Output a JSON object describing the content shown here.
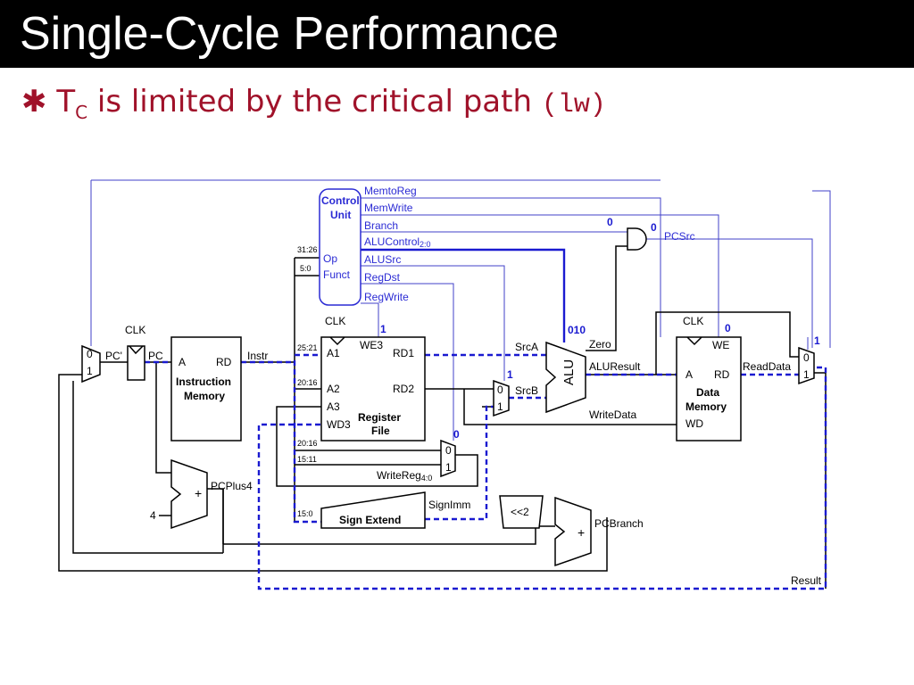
{
  "title": "Single-Cycle Performance",
  "bullet": {
    "symbol": "✱",
    "t": "T",
    "sub": "C",
    "text": " is limited by the critical path ",
    "code": "(lw)"
  },
  "labels": {
    "control_unit_1": "Control",
    "control_unit_2": "Unit",
    "memtoreg": "MemtoReg",
    "memwrite": "MemWrite",
    "branch": "Branch",
    "alucontrol": "ALUControl",
    "alucontrol_sub": "2:0",
    "alusrc": "ALUSrc",
    "regdst": "RegDst",
    "regwrite": "RegWrite",
    "op": "Op",
    "funct": "Funct",
    "pcsrc": "PCSrc",
    "clk": "CLK",
    "pc_prime": "PC'",
    "pc": "PC",
    "a": "A",
    "rd": "RD",
    "instr": "Instr",
    "imem_1": "Instruction",
    "imem_2": "Memory",
    "we3": "WE3",
    "a1": "A1",
    "a2": "A2",
    "a3": "A3",
    "wd3": "WD3",
    "rd1": "RD1",
    "rd2": "RD2",
    "regfile_1": "Register",
    "regfile_2": "File",
    "srca": "SrcA",
    "srcb": "SrcB",
    "zero": "Zero",
    "alu": "ALU",
    "aluresult": "ALUResult",
    "writedata": "WriteData",
    "we": "WE",
    "wd": "WD",
    "readdata": "ReadData",
    "dmem_1": "Data",
    "dmem_2": "Memory",
    "pcplus4": "PCPlus4",
    "four": "4",
    "plus": "+",
    "signimm": "SignImm",
    "sign_extend": "Sign Extend",
    "shift2": "<<2",
    "pcbranch": "PCBranch",
    "result": "Result",
    "writereg": "WriteReg",
    "writereg_sub": "4:0",
    "mux0": "0",
    "mux1": "1",
    "bits_31_26": "31:26",
    "bits_5_0": "5:0",
    "bits_25_21": "25:21",
    "bits_20_16_a": "20:16",
    "bits_20_16_b": "20:16",
    "bits_15_11": "15:11",
    "bits_15_0": "15:0"
  },
  "signal_values": {
    "branch": "0",
    "pcsrc": "0",
    "regwrite": "1",
    "alucontrol": "010",
    "alusrc": "1",
    "regdst": "0",
    "memwrite": "0",
    "memtoreg": "1"
  },
  "colors": {
    "title_bg": "#000000",
    "bullet_text": "#a0122a",
    "control_wire": "#4040c8",
    "critical_path": "#1a1ad0"
  }
}
